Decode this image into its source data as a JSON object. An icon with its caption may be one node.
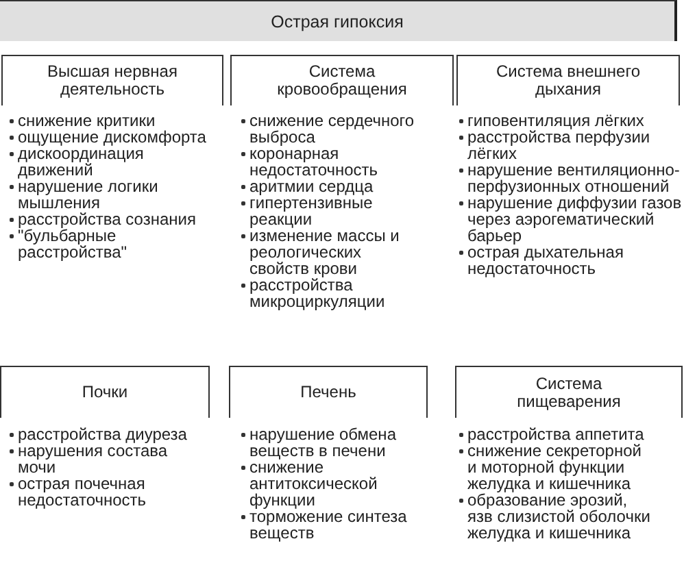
{
  "diagram": {
    "nodes": [
      {
        "text": [
          "Острая гипоксия"
        ]
      },
      {
        "text": [
          "Высшая нервная деятельность",
          "снижение критики",
          "ощущение дискомфорта",
          "дискоординация движений",
          "нарушение логики мышления",
          "расстройства сознания",
          "\"бульбарные расстройства\""
        ]
      },
      {
        "text": [
          "Система кровообращения",
          "снижение сердечного выброса",
          "коронарная недостаточность",
          "аритмии сердца",
          "гипертензивные реакции",
          "изменение массы и реологических свойств крови",
          "расстройства микроциркуляции"
        ]
      },
      {
        "text": [
          "Система внешнего дыхания",
          "гиповентиляция лёгких",
          "расстройства перфузии лёгких",
          "нарушение вентиляционно-перфузионных отношений",
          "нарушение диффузии газов через аэрогематический барьер",
          "острая дыхательная недостаточность"
        ]
      },
      {
        "text": [
          "Почки",
          "расстройства диуреза",
          "нарушения состава мочи",
          "острая почечная недостаточность"
        ]
      },
      {
        "text": [
          "Печень",
          "нарушение обмена веществ в печени",
          "снижение антитоксической функции",
          "торможение синтеза веществ"
        ]
      },
      {
        "text": [
          "Система пищеварения",
          "расстройства аппетита",
          "снижение секреторной и моторной функции желудка и кишечника",
          "образование эрозий, язв слизистой оболочки желудка и кишечника"
        ]
      }
    ]
  }
}
